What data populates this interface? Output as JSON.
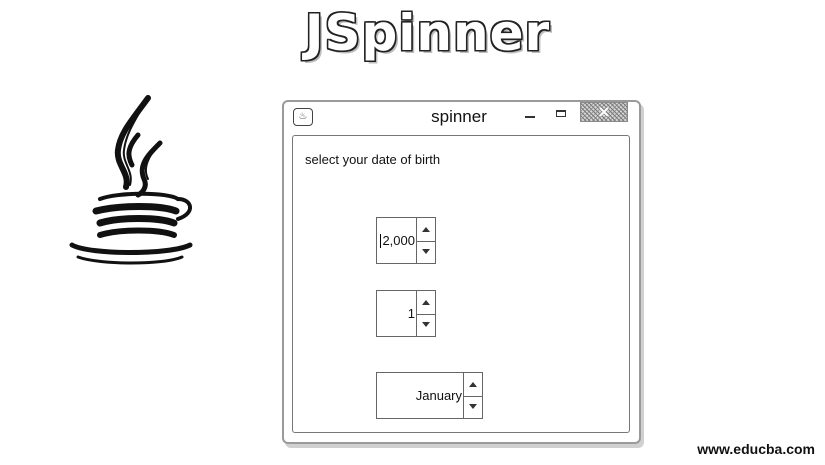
{
  "page": {
    "title": "JSpinner"
  },
  "logo": {
    "icon": "java-coffee-cup-icon"
  },
  "window": {
    "title": "spinner",
    "app_icon_glyph": "♨",
    "close_glyph": "✕",
    "label": "select your date of birth"
  },
  "spinners": {
    "year": {
      "value": "2,000"
    },
    "day": {
      "value": "1"
    },
    "month": {
      "value": "January"
    }
  },
  "watermark": "www.educba.com"
}
